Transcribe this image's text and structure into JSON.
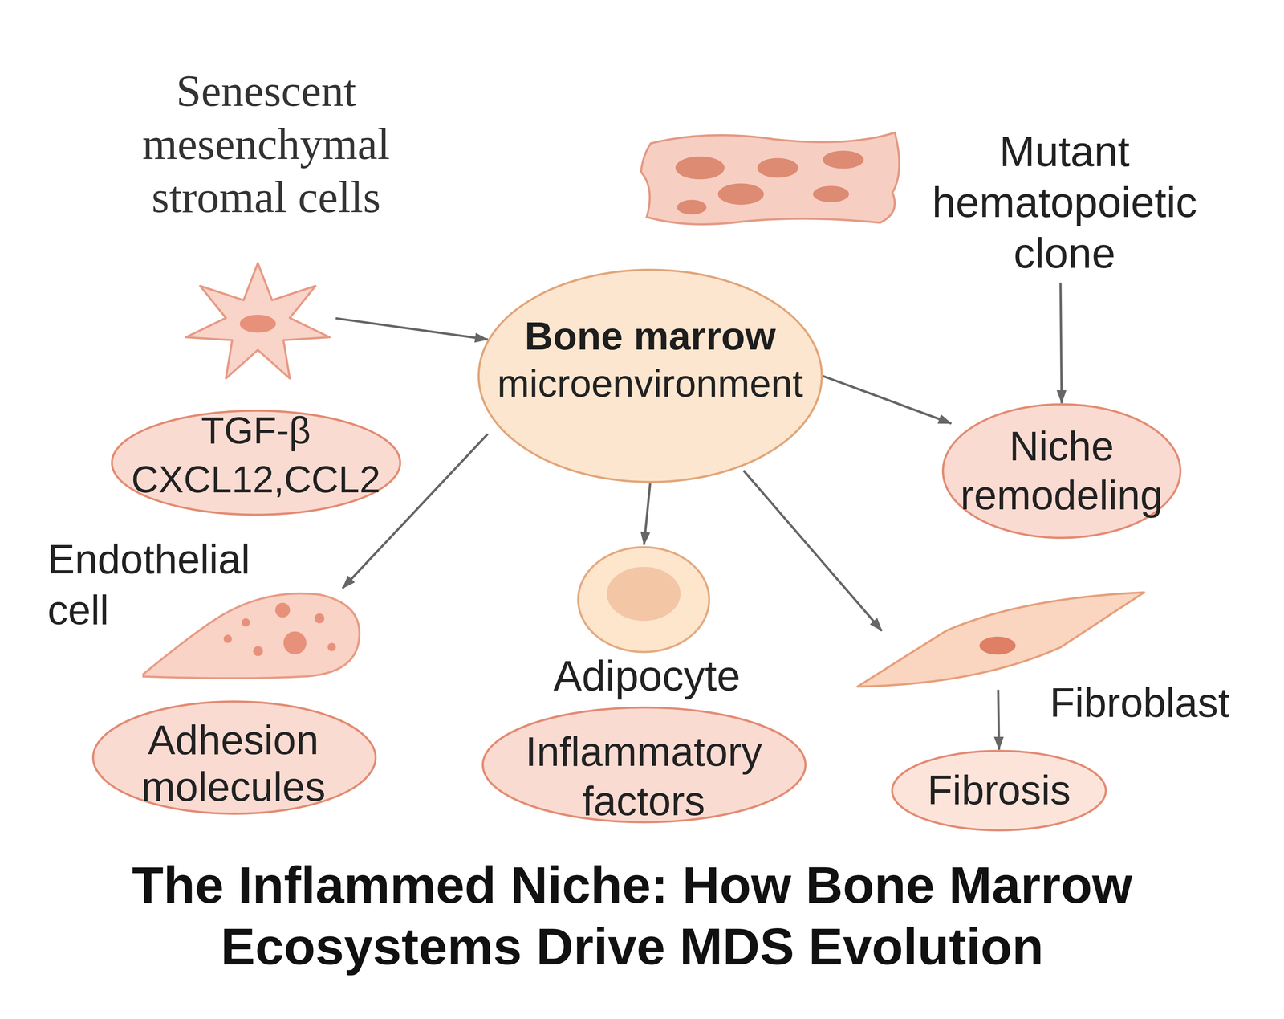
{
  "diagram": {
    "title": "The Inflammed Niche: How Bone Marrow Ecosystems Drive MDS Evolution",
    "nodes": [
      {
        "text": [
          "Senescent mesenchymal stromal cells"
        ]
      },
      {
        "text": [
          "Mutant hematopoietic clone"
        ]
      },
      {
        "text": [
          "Bone marrow",
          "microenvironment"
        ]
      },
      {
        "text": [
          "TGF-β CXCL12,CCL2"
        ]
      },
      {
        "text": [
          "Niche remodeling"
        ]
      },
      {
        "text": [
          "Endothelial cell"
        ]
      },
      {
        "text": [
          "Adipocyte"
        ]
      },
      {
        "text": [
          "Fibroblast"
        ]
      },
      {
        "text": [
          "Adhesion molecules"
        ]
      },
      {
        "text": [
          "Inflammatory factors"
        ]
      },
      {
        "text": [
          "Fibrosis"
        ]
      }
    ],
    "edges": [
      {
        "from": 0,
        "to": 2,
        "arrow": "to"
      },
      {
        "from": 1,
        "to": 4,
        "arrow": "to"
      },
      {
        "from": 2,
        "to": 4,
        "arrow": "to"
      },
      {
        "from": 2,
        "to": 5,
        "arrow": "to"
      },
      {
        "from": 2,
        "to": 6,
        "arrow": "to"
      },
      {
        "from": 2,
        "to": 7,
        "arrow": "to"
      },
      {
        "from": 7,
        "to": 10,
        "arrow": "to"
      }
    ]
  }
}
